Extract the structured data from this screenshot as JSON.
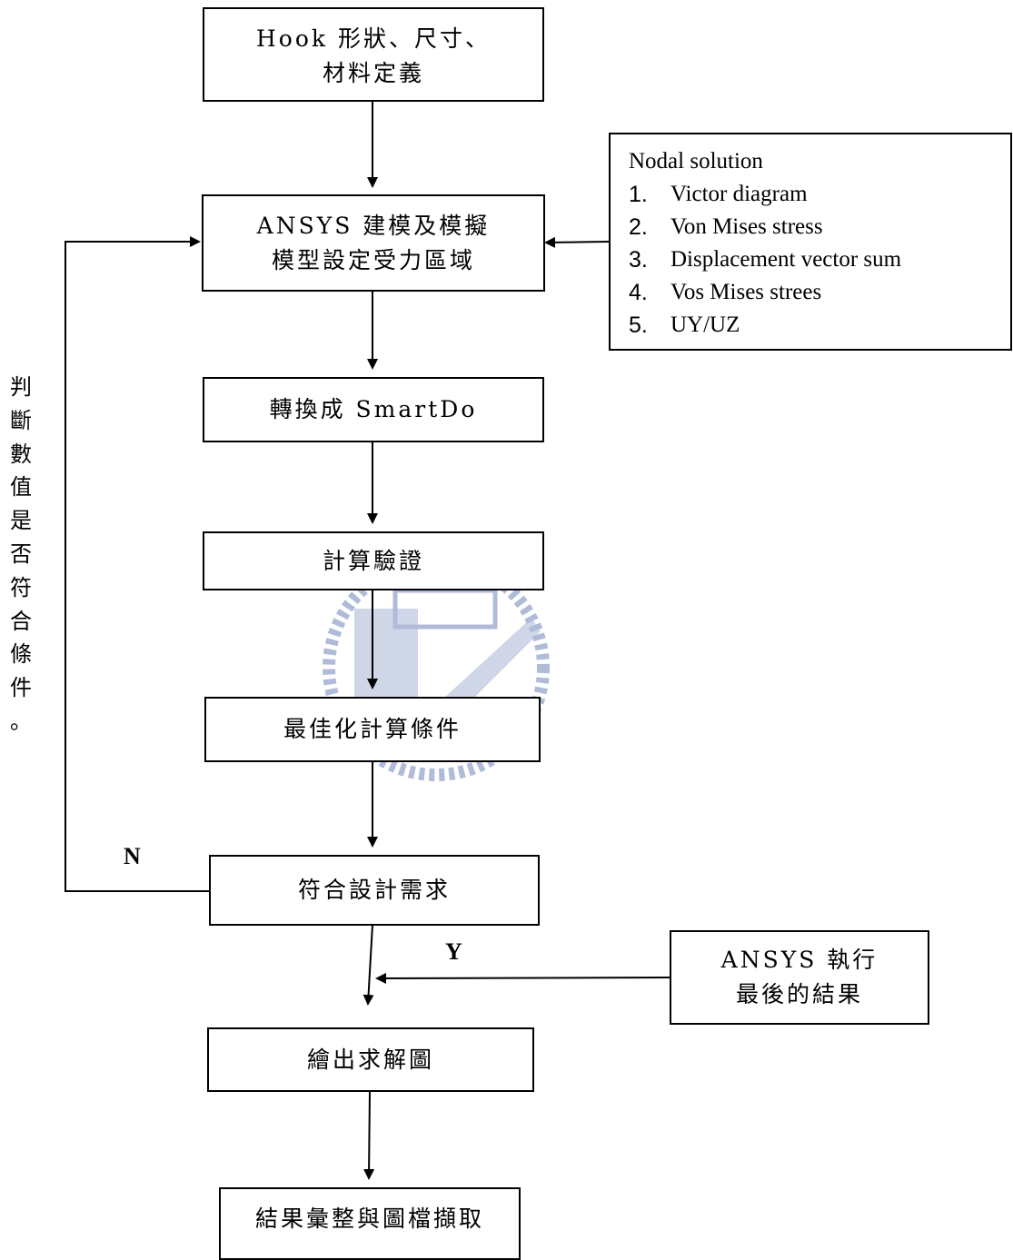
{
  "nodes": {
    "define": {
      "line1": "Hook 形狀、尺寸、",
      "line2": "材料定義"
    },
    "model": {
      "line1": "ANSYS 建模及模擬",
      "line2": "模型設定受力區域"
    },
    "convert": {
      "text": "轉換成 SmartDo"
    },
    "verify": {
      "text": "計算驗證"
    },
    "optimize": {
      "text": "最佳化計算條件"
    },
    "decision": {
      "text": "符合設計需求"
    },
    "plot": {
      "text": "繪出求解圖"
    },
    "export": {
      "text": "結果彙整與圖檔擷取"
    },
    "ansys_result": {
      "line1": "ANSYS 執行",
      "line2": "最後的結果"
    }
  },
  "nodal": {
    "title": "Nodal solution",
    "items": [
      {
        "num": "1.",
        "text": "Victor diagram"
      },
      {
        "num": "2.",
        "text": "Von Mises stress"
      },
      {
        "num": "3.",
        "text": "Displacement vector sum"
      },
      {
        "num": "4.",
        "text": "Vos Mises strees"
      },
      {
        "num": "5.",
        "text": "UY/UZ"
      }
    ]
  },
  "loop_label": [
    "判",
    "斷",
    "數",
    "值",
    "是",
    "否",
    "符",
    "合",
    "條",
    "件",
    "。"
  ],
  "edge_labels": {
    "no": "N",
    "yes": "Y"
  },
  "colors": {
    "line": "#000000",
    "watermark": "#1f3f8f"
  }
}
